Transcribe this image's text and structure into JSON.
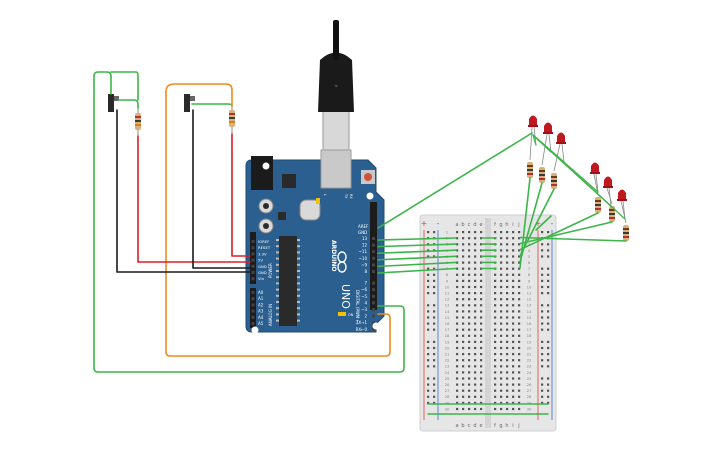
{
  "arduino": {
    "brand": "ARDUINO",
    "model": "UNO",
    "reset_label": "RESET",
    "header_aref": "AREF",
    "header_gnd": "GND",
    "digital_pins": [
      "13",
      "12",
      "~11",
      "~10",
      "~9",
      "8",
      "7",
      "~6",
      "~5",
      "4",
      "~3",
      "2",
      "TX→1",
      "RX←0"
    ],
    "digital_label": "DIGITAL (PWM ~)",
    "power_pins": [
      "IOREF",
      "RESET",
      "3.3V",
      "5V",
      "GND",
      "GND",
      "Vin"
    ],
    "power_label": "POWER",
    "analog_pins": [
      "A0",
      "A1",
      "A2",
      "A3",
      "A4",
      "A5"
    ],
    "analog_label": "ANALOG IN",
    "led_labels": [
      "L",
      "TX",
      "RX",
      "ON"
    ]
  },
  "breadboard": {
    "columns_left": [
      "a",
      "b",
      "c",
      "d",
      "e"
    ],
    "columns_right": [
      "f",
      "g",
      "h",
      "i",
      "j"
    ],
    "rails": [
      "+",
      "-"
    ],
    "row_count": 30
  },
  "colors": {
    "board": "#2a5f8f",
    "wire_green": "#3cb54a",
    "wire_red": "#e31b23",
    "wire_black": "#1a1a1a",
    "wire_orange": "#ee8a1c",
    "led_red": "#c0181f",
    "breadboard": "#e6e6e6",
    "rail_red": "#e04040",
    "rail_blue": "#3a6fd1"
  }
}
